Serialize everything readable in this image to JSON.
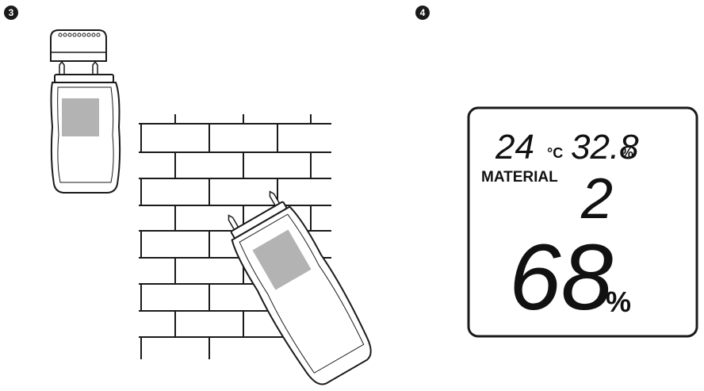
{
  "steps": {
    "left": "3",
    "right": "4"
  },
  "lcd": {
    "temperature": "24",
    "temp_unit": "°C",
    "humidity": "32.8",
    "humidity_unit": "%",
    "material_label": "MATERIAL",
    "material_value": "2",
    "moisture": "68",
    "moisture_unit": "%"
  },
  "colors": {
    "ink": "#1a1a1a",
    "screen": "#b3b3b3"
  }
}
